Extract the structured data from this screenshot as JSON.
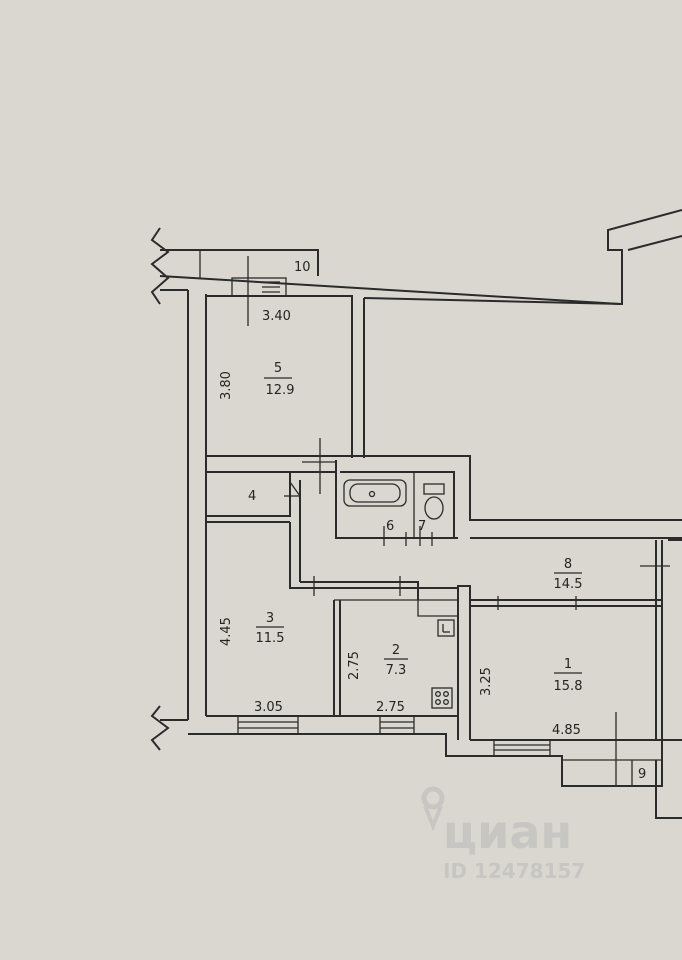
{
  "rooms": [
    {
      "number": "5",
      "area": "12.9"
    },
    {
      "number": "3",
      "area": "11.5"
    },
    {
      "number": "2",
      "area": "7.3"
    },
    {
      "number": "8",
      "area": "14.5"
    },
    {
      "number": "1",
      "area": "15.8"
    }
  ],
  "small_labels": {
    "room4": "4",
    "room6": "6",
    "room7": "7",
    "room9": "9",
    "room10": "10"
  },
  "dimensions": {
    "r5_width": "3.40",
    "r5_height": "3.80",
    "r3_height": "4.45",
    "r3_width": "3.05",
    "r2_height": "2.75",
    "r2_width": "2.75",
    "r1_height": "3.25",
    "r1_width": "4.85"
  },
  "watermark": {
    "brand": "циан",
    "id_text": "ID 12478157"
  },
  "colors": {
    "paper": "#d9d7d0",
    "ink": "#2b2b2b"
  }
}
